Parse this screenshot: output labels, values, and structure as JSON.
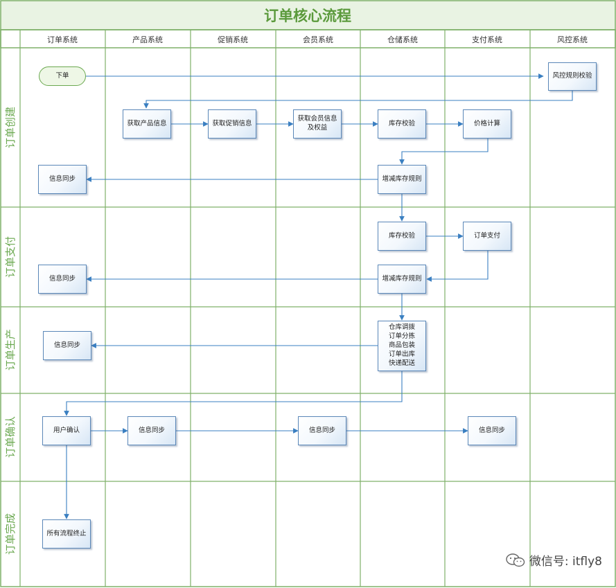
{
  "title": "订单核心流程",
  "colors": {
    "grid": "#7fb069",
    "title_bg": "#e9f3e3",
    "title_text": "#5b9a3c",
    "lane_text": "#6aa84f",
    "arrow": "#3a7fc1"
  },
  "columns": [
    "订单系统",
    "产品系统",
    "促销系统",
    "会员系统",
    "仓储系统",
    "支付系统",
    "风控系统"
  ],
  "phases": [
    "订单创建",
    "订单支付",
    "订单生产",
    "订单确认",
    "订单完成"
  ],
  "nodes": {
    "place_order": "下单",
    "risk_check": "风控规则校验",
    "get_product": "获取产品信息",
    "get_promo": "获取促销信息",
    "get_member": "获取会员信息\n及权益",
    "stock_check_1": "库存校验",
    "price_calc": "价格计算",
    "stock_rule_1": "增减库存规则",
    "sync_1": "信息同步",
    "stock_check_2": "库存校验",
    "order_pay": "订单支付",
    "stock_rule_2": "增减库存规则",
    "sync_2": "信息同步",
    "warehouse_ops": "仓库调拨\n订单分拣\n商品包装\n订单出库\n快递配送",
    "sync_3": "信息同步",
    "user_confirm": "用户确认",
    "sync_product": "信息同步",
    "sync_member": "信息同步",
    "sync_pay": "信息同步",
    "all_end": "所有流程终止"
  },
  "watermark": "微信号: itfly8"
}
